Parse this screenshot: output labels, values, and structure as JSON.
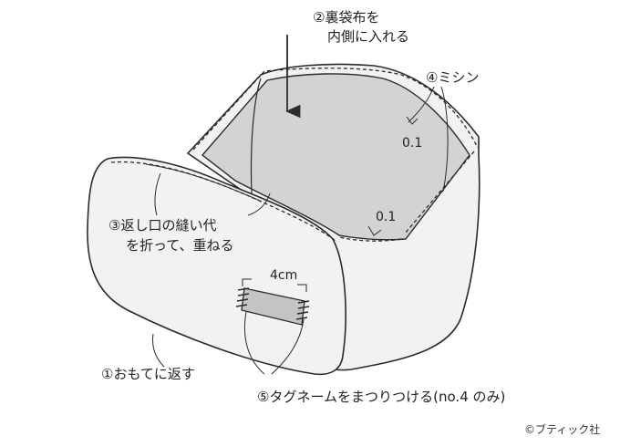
{
  "labels": {
    "step2_line1": "②裏袋布を",
    "step2_line2": "内側に入れる",
    "step4": "④ミシン",
    "dim_top": "0.1",
    "dim_front": "0.1",
    "step3_line1": "③返し口の縫い代",
    "step3_line2": "を折って、重ねる",
    "dim_tag": "4cm",
    "step1": "①おもてに返す",
    "step5": "⑤タグネームをまつりつける(no.4 のみ)"
  },
  "copyright": "©ブティック社",
  "colors": {
    "outline": "#2b2b2b",
    "body_fill": "#f2f2f2",
    "inner_fill": "#d3d3d3",
    "tag_fill": "#c4c4c4"
  }
}
